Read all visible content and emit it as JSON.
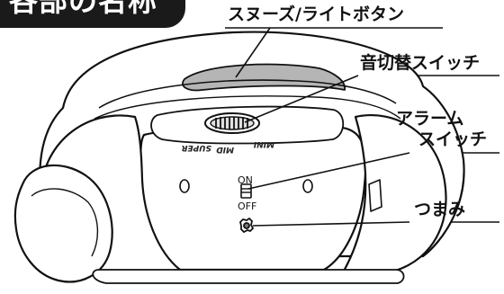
{
  "section_title": "各部の名称",
  "callouts": {
    "snooze_button": "スヌーズ/ライトボタン",
    "sound_switch": "音切替スイッチ",
    "alarm_switch_line1": "アラーム",
    "alarm_switch_line2": "スイッチ",
    "knob": "つまみ"
  },
  "device_labels": {
    "mini": "MINI",
    "mid": "MID",
    "super": "SUPER",
    "on": "ON",
    "off": "OFF"
  }
}
